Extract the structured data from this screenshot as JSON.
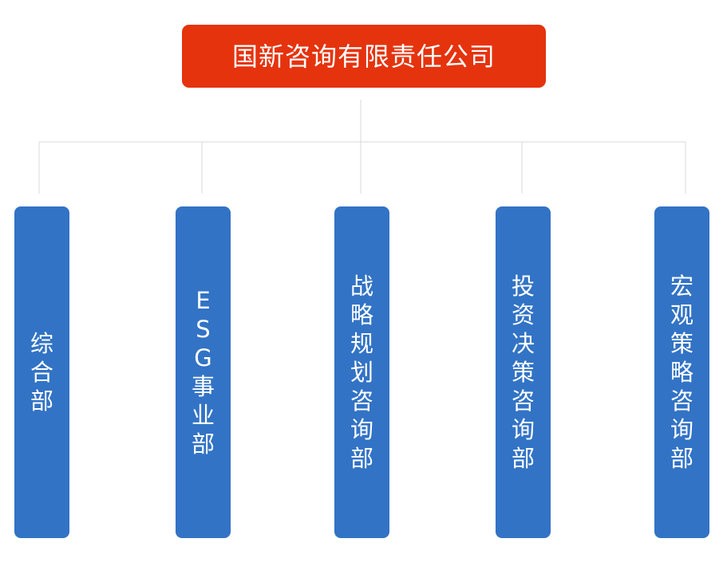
{
  "org_chart": {
    "root": {
      "label": "国新咨询有限责任公司",
      "color": "#e5330e"
    },
    "departments": [
      {
        "label": "综合部"
      },
      {
        "label": "ESG事业部"
      },
      {
        "label": "战略规划咨询部"
      },
      {
        "label": "投资决策咨询部"
      },
      {
        "label": "宏观策略咨询部"
      }
    ],
    "dept_color": "#3273c5",
    "line_color": "#d9d9d9"
  }
}
